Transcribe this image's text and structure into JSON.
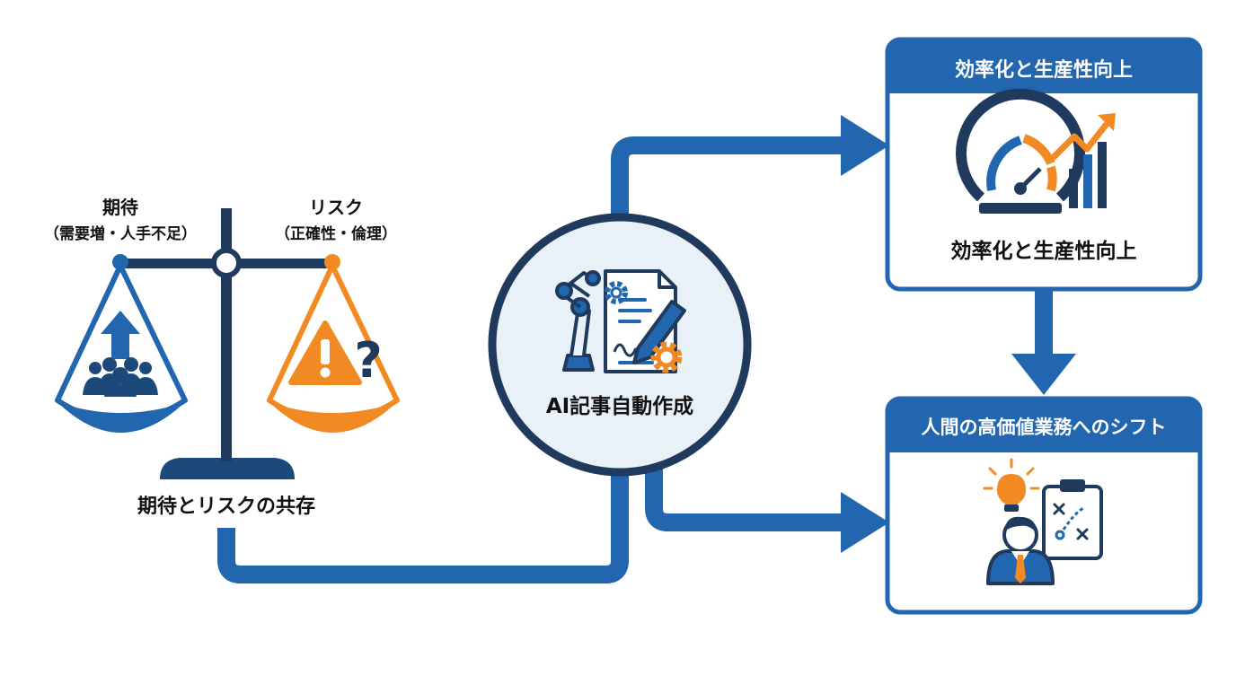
{
  "colors": {
    "primary": "#2166ae",
    "navy": "#1b4a7a",
    "dark": "#1f3a5c",
    "orange": "#f28a24",
    "circle_fill": "#e9f1f8",
    "text": "#111111"
  },
  "balance": {
    "left_title": "期待",
    "left_sub": "（需要増・人手不足）",
    "right_title": "リスク",
    "right_sub": "（正確性・倫理）",
    "caption": "期待とリスクの共存",
    "left_icon": "people-up-arrow-icon",
    "right_icon": "warning-question-icon"
  },
  "center": {
    "label": "AI記事自動作成",
    "icon": "robot-arm-document-pen-icon"
  },
  "box_top": {
    "header": "効率化と生産性向上",
    "label": "効率化と生産性向上",
    "icon": "speedometer-growth-chart-icon"
  },
  "box_bottom": {
    "header": "人間の高価値業務へのシフト",
    "icon": "person-lightbulb-strategy-board-icon"
  }
}
